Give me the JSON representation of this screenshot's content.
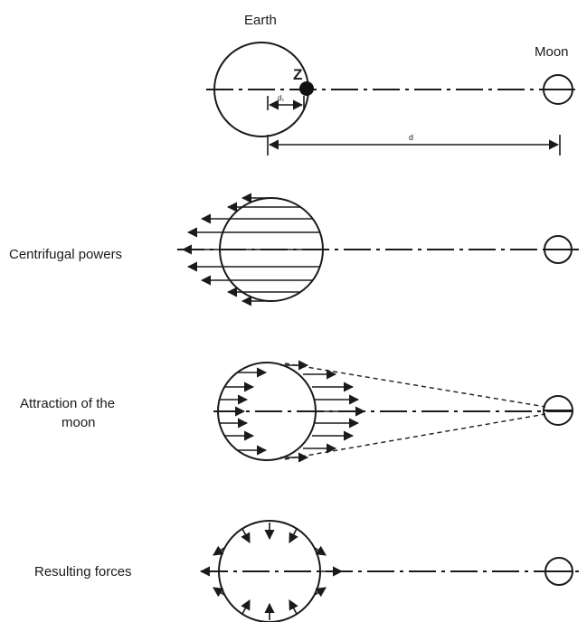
{
  "labels": {
    "earth": "Earth",
    "moon": "Moon",
    "z": "Z",
    "d": "d",
    "d1": "d₁",
    "centrifugal": "Centrifugal powers",
    "attraction_line1": "Attraction of the",
    "attraction_line2": "moon",
    "resulting": "Resulting forces"
  }
}
